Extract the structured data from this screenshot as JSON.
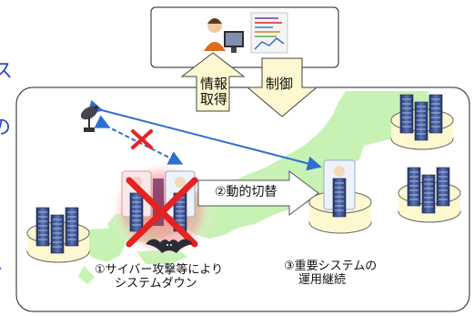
{
  "labels": {
    "info_get": [
      "情報",
      "取得"
    ],
    "control": "制御",
    "dynamic_switch": "②動的切替",
    "cyber_attack": [
      "①サイバー攻撃等により",
      "システムダウン"
    ],
    "continuity": [
      "③重要システムの",
      "運用継続"
    ]
  },
  "edge_glyphs": [
    "ス",
    "の",
    "、"
  ],
  "colors": {
    "map_green": "#c7f2b4",
    "arrow_blue": "#2f6fd0",
    "cross_red": "#e52222",
    "danger_glow": "#f27a7a",
    "server_dark": "#2e3f75",
    "server_light": "#5c76b4",
    "callout_fill": "#fdf8d0"
  },
  "icons": {
    "operator": "operator-at-monitor-icon",
    "satellite": "satellite-dish-icon",
    "bat": "bat-attack-icon",
    "servers": "server-rack-icon"
  }
}
